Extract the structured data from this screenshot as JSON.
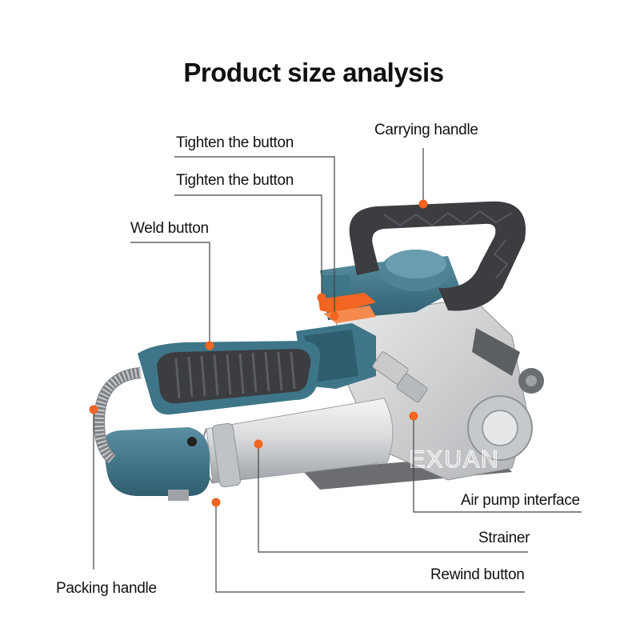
{
  "title": "Product size analysis",
  "watermark": "EXUAN",
  "labels": {
    "carrying_handle": "Carrying handle",
    "tighten_button_1": "Tighten the button",
    "tighten_button_2": "Tighten the button",
    "weld_button": "Weld button",
    "air_pump_interface": "Air pump interface",
    "strainer": "Strainer",
    "rewind_button": "Rewind button",
    "packing_handle": "Packing handle"
  },
  "colors": {
    "marker": "#f26522",
    "leader_line": "#444444",
    "body_teal": "#3e7588",
    "handle_dark": "#3b3d40",
    "metal": "#d4d6d8",
    "button_orange": "#f26522"
  }
}
